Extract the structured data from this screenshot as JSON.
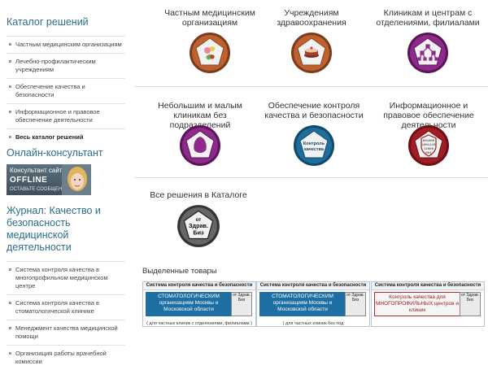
{
  "sidebar": {
    "catalog_title": "Каталог решений",
    "catalog_items": [
      "Частным медицинским организациям",
      "Лечебно-профилактическим учреждениям",
      "Обеспечение качества и безопасности",
      "Информационное и правовое обеспечение деятельности",
      "Весь каталог решений"
    ],
    "consultant_title": "Онлайн-консультант",
    "consultant_banner": {
      "line1": "Консультант сайта",
      "status": "OFFLINE",
      "line3": "ОСТАВЬТЕ СООБЩЕНИЕ"
    },
    "journal_title": "Журнал: Качество и безопасность медицинской деятельности",
    "journal_items": [
      "Система контроля качества в многопрофильном медицинском центре",
      "Система контроля качества в стоматологической клинике",
      "Менеджмент качества медицинской помощи",
      "Организация работы врачебной комиссии"
    ]
  },
  "categories": [
    {
      "label": "Частным медицинским организациям",
      "color": "#c0602d",
      "icon": "flower-icon"
    },
    {
      "label": "Учреждениям здравоохранения",
      "color": "#c0602d",
      "icon": "cake-icon"
    },
    {
      "label": "Клиникам и центрам с отделениями, филиалами",
      "color": "#8e2a8c",
      "icon": "network-icon"
    },
    {
      "label": "Небольшим и малым клиникам без подразделений",
      "color": "#8e2a8c",
      "icon": "egg-icon"
    },
    {
      "label": "Обеспечение контроля качества и безопасности",
      "color": "#1d6e9b",
      "icon": "quality-control-icon",
      "emblem_text": "Контроль качества"
    },
    {
      "label": "Информационное и правовое обеспечение деятельности",
      "color": "#a01d23",
      "icon": "binary-shield-icon",
      "emblem_text": "001000 1001110 11000 001"
    },
    {
      "label": "Все решения в Каталоге",
      "color": "#555555",
      "icon": "zdrav-biz-icon",
      "emblem_text": "от Здрав. Биз"
    }
  ],
  "featured": {
    "title": "Выделенные товары",
    "products": [
      {
        "header": "Система контроля качества и безопасности",
        "body": "СТОМАТОЛОГИЧЕСКИМ организациям Москвы и Московской области",
        "footer": "( для частных клиник с отделениями, филиалами )",
        "seal": "от Здрав. Биз"
      },
      {
        "header": "Система контроля качества и безопасности",
        "body": "СТОМАТОЛОГИЧЕСКИМ организациям Москвы и Московской области",
        "footer": "( для частных клиник без под",
        "seal": "от Здрав. Биз"
      },
      {
        "header": "Система контроля качества и безопасности",
        "body": "Контроль качества для МНОГОПРОФИЛЬНЫХ центров и клиник",
        "footer": "",
        "seal": "от Здрав. Биз"
      }
    ]
  }
}
